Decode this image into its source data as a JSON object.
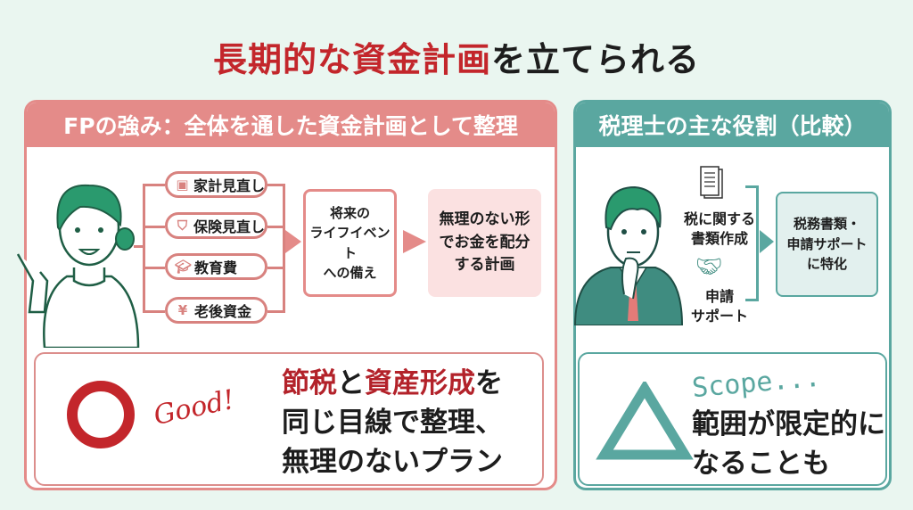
{
  "title": {
    "highlight": "長期的な資金計画",
    "rest": "を立てられる"
  },
  "colors": {
    "red": "#c3262b",
    "pink": "#e48b89",
    "teal": "#5aa7a0",
    "background": "#eaf6f0"
  },
  "fp_panel": {
    "header": "FPの強み：全体を通した資金計画として整理",
    "items": [
      {
        "icon": "wallet-icon",
        "label": "家計見直し"
      },
      {
        "icon": "shield-check-icon",
        "label": "保険見直し"
      },
      {
        "icon": "graduation-cap-icon",
        "label": "教育費"
      },
      {
        "icon": "money-bag-icon",
        "label": "老後資金"
      }
    ],
    "step1": "将来の\nライフイベント\nへの備え",
    "step2": "無理のない形\nでお金を配分\nする計画",
    "verdict": {
      "mark": "circle",
      "note": "Good!",
      "line1_red1": "節税",
      "line1_mid": "と",
      "line1_red2": "資産形成",
      "line1_end": "を",
      "line2": "同じ目線で整理、",
      "line3": "無理のないプラン"
    }
  },
  "tax_panel": {
    "header": "税理士の主な役割（比較）",
    "items": [
      {
        "icon": "document-icon",
        "label": "税に関する\n書類作成"
      },
      {
        "icon": "handshake-icon",
        "label": "申請\nサポート"
      }
    ],
    "result": "税務書類・\n申請サポート\nに特化",
    "verdict": {
      "mark": "triangle",
      "note": "Scope...",
      "line1": "範囲が限定的に",
      "line2": "なることも"
    }
  }
}
